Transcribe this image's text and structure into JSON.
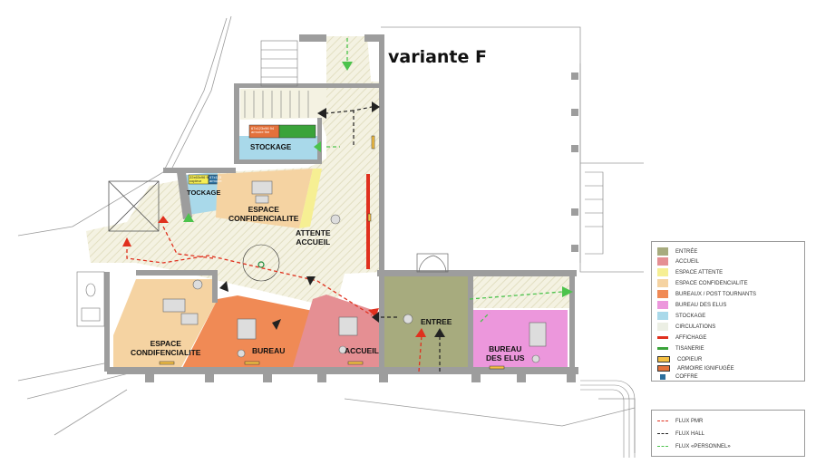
{
  "title": "variante F",
  "rooms": {
    "stockage_top": "STOCKAGE",
    "stockage_left": "TOCKAGE",
    "espace_conf_top": "ESPACE\nCONFIDENCIALITE",
    "attente_accueil": "ATTENTE\nACCUEIL",
    "espace_conf_bottom": "ESPACE\nCONDIFENCIALITE",
    "bureau": "BUREAU",
    "accueil": "ACCUEIL",
    "entree": "ENTREE",
    "bureau_elus": "BUREAU\nDES ELUS"
  },
  "small_labels": {
    "cabinet_top": "67x123x96 94\narmoire fire",
    "cabinet_left_a": "22x63x96 94\ncopieur",
    "cabinet_left_b": "67x123\narmoire"
  },
  "legend": [
    {
      "label": "ENTRÉE",
      "color": "#a7ab7e",
      "kind": "swatch"
    },
    {
      "label": "ACCUEIL",
      "color": "#e58f93",
      "kind": "swatch"
    },
    {
      "label": "ESPACE ATTENTE",
      "color": "#f6ef93",
      "kind": "swatch"
    },
    {
      "label": "ESPACE CONFIDENCIALITE",
      "color": "#f5d3a2",
      "kind": "swatch"
    },
    {
      "label": "BUREAUX / POST TOURNANTS",
      "color": "#f08a55",
      "kind": "swatch"
    },
    {
      "label": "BUREAU DES ELUS",
      "color": "#ec97dc",
      "kind": "swatch"
    },
    {
      "label": "STOCKAGE",
      "color": "#a9d9ea",
      "kind": "swatch"
    },
    {
      "label": "CIRCULATIONS",
      "color": "#ecefe4",
      "kind": "swatch"
    },
    {
      "label": "AFFICHAGE",
      "color": "#e0301e",
      "kind": "line"
    },
    {
      "label": "TISANERIE",
      "color": "#3aa33a",
      "kind": "line"
    },
    {
      "label": "COPIEUR",
      "color": "#f5c043",
      "kind": "boxed"
    },
    {
      "label": "ARMOIRE IGNIFUGÉE",
      "color": "#e3713b",
      "kind": "boxed"
    },
    {
      "label": "COFFRE",
      "color": "#2b6f9e",
      "kind": "square"
    }
  ],
  "flows": [
    {
      "label": "FLUX PMR",
      "color": "#e0301e"
    },
    {
      "label": "FLUX HALL",
      "color": "#222222"
    },
    {
      "label": "FLUX «PERSONNEL»",
      "color": "#4cc34c"
    }
  ]
}
